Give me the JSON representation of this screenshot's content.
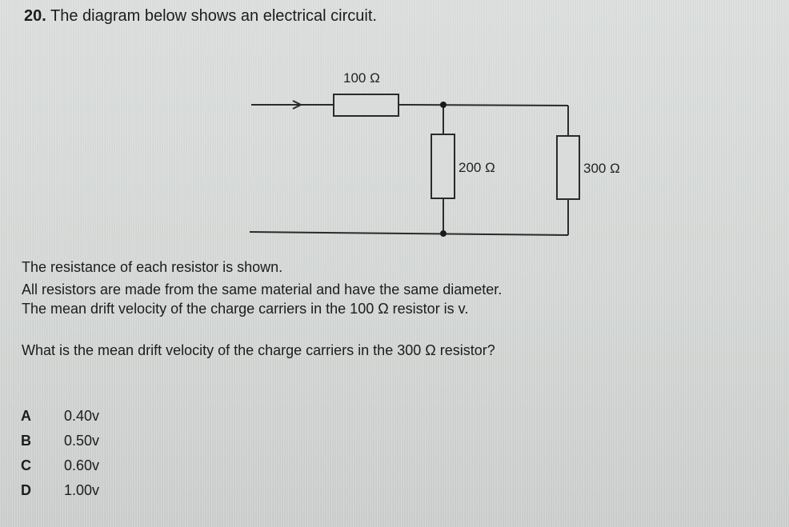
{
  "question": {
    "number": "20.",
    "intro": "The diagram below shows an electrical circuit."
  },
  "circuit": {
    "resistors": [
      {
        "label": "100 Ω",
        "position": "series, top wire"
      },
      {
        "label": "200 Ω",
        "position": "parallel branch 1"
      },
      {
        "label": "300 Ω",
        "position": "parallel branch 2"
      }
    ],
    "current_arrow": "right-arrow-icon"
  },
  "text": {
    "line1": "The resistance of each resistor is shown.",
    "line2": "All resistors are made from the same material and have the same diameter.",
    "line3": "The mean drift velocity of the charge carriers in the 100 Ω resistor is v.",
    "prompt": "What is the mean drift velocity of the charge carriers in the 300 Ω resistor?"
  },
  "options": [
    {
      "letter": "A",
      "value": "0.40v"
    },
    {
      "letter": "B",
      "value": "0.50v"
    },
    {
      "letter": "C",
      "value": "0.60v"
    },
    {
      "letter": "D",
      "value": "1.00v"
    }
  ]
}
